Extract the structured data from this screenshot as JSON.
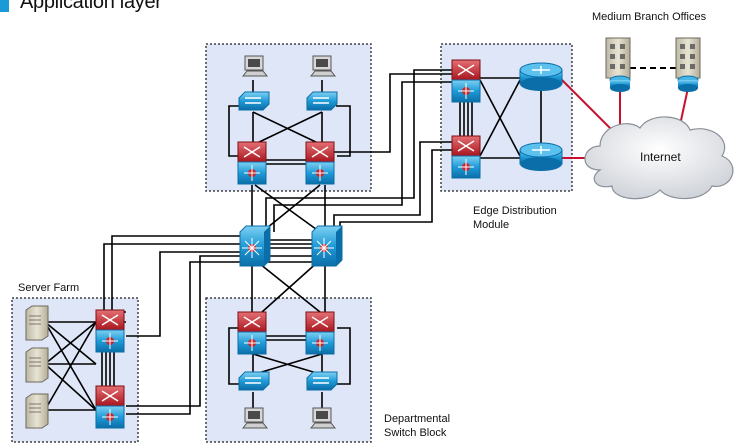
{
  "title": "Application layer",
  "labels": {
    "medium_branch": "Medium Branch Offices",
    "internet": "Internet",
    "edge_module": [
      "Edge Distribution",
      "Module"
    ],
    "server_farm": "Server Farm",
    "departmental": [
      "Departmental",
      "Switch Block"
    ]
  },
  "colors": {
    "module_fill": "#dfe6f7",
    "module_border": "#404040",
    "blue_device": "#1f9bd7",
    "red_device": "#c8252c",
    "red_link": "#c8102e",
    "link": "#000000"
  },
  "icons": [
    "workstation-icon",
    "access-switch-icon",
    "distribution-switch-icon",
    "core-switch-icon",
    "router-icon",
    "server-icon",
    "branch-building-icon",
    "cloud-icon"
  ]
}
